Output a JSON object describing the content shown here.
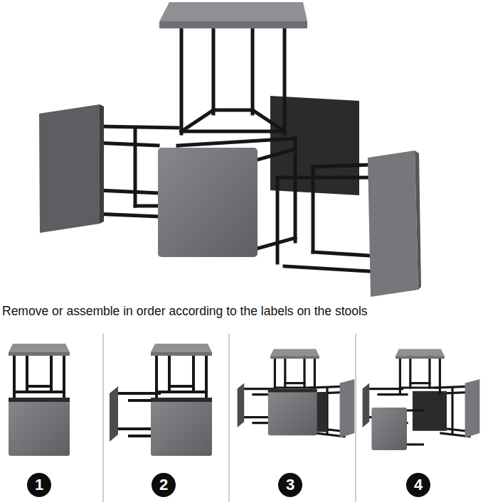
{
  "diagram": {
    "nodes": [
      {
        "text": [
          "1"
        ]
      },
      {
        "text": [
          "2"
        ]
      },
      {
        "text": [
          "3"
        ]
      },
      {
        "text": [
          "4"
        ]
      }
    ],
    "labels": [
      "Remove or assemble in order according to the labels on the stools"
    ]
  }
}
